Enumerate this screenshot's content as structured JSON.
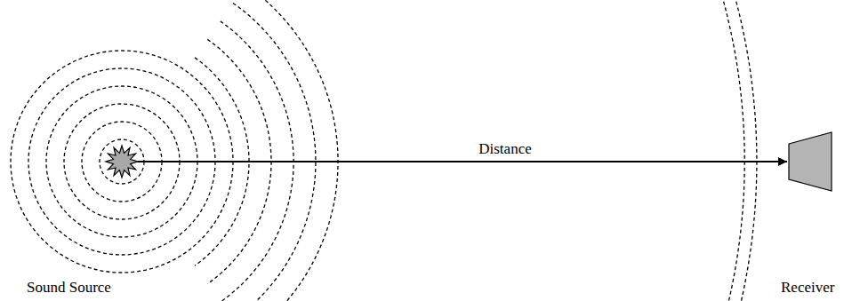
{
  "diagram": {
    "nodes": [
      {
        "text": [
          "Sound Source"
        ]
      },
      {
        "text": [
          "Receiver"
        ]
      }
    ],
    "edges": [
      {
        "from": 0,
        "to": 1,
        "arrow": "to",
        "label": "Distance"
      }
    ]
  }
}
